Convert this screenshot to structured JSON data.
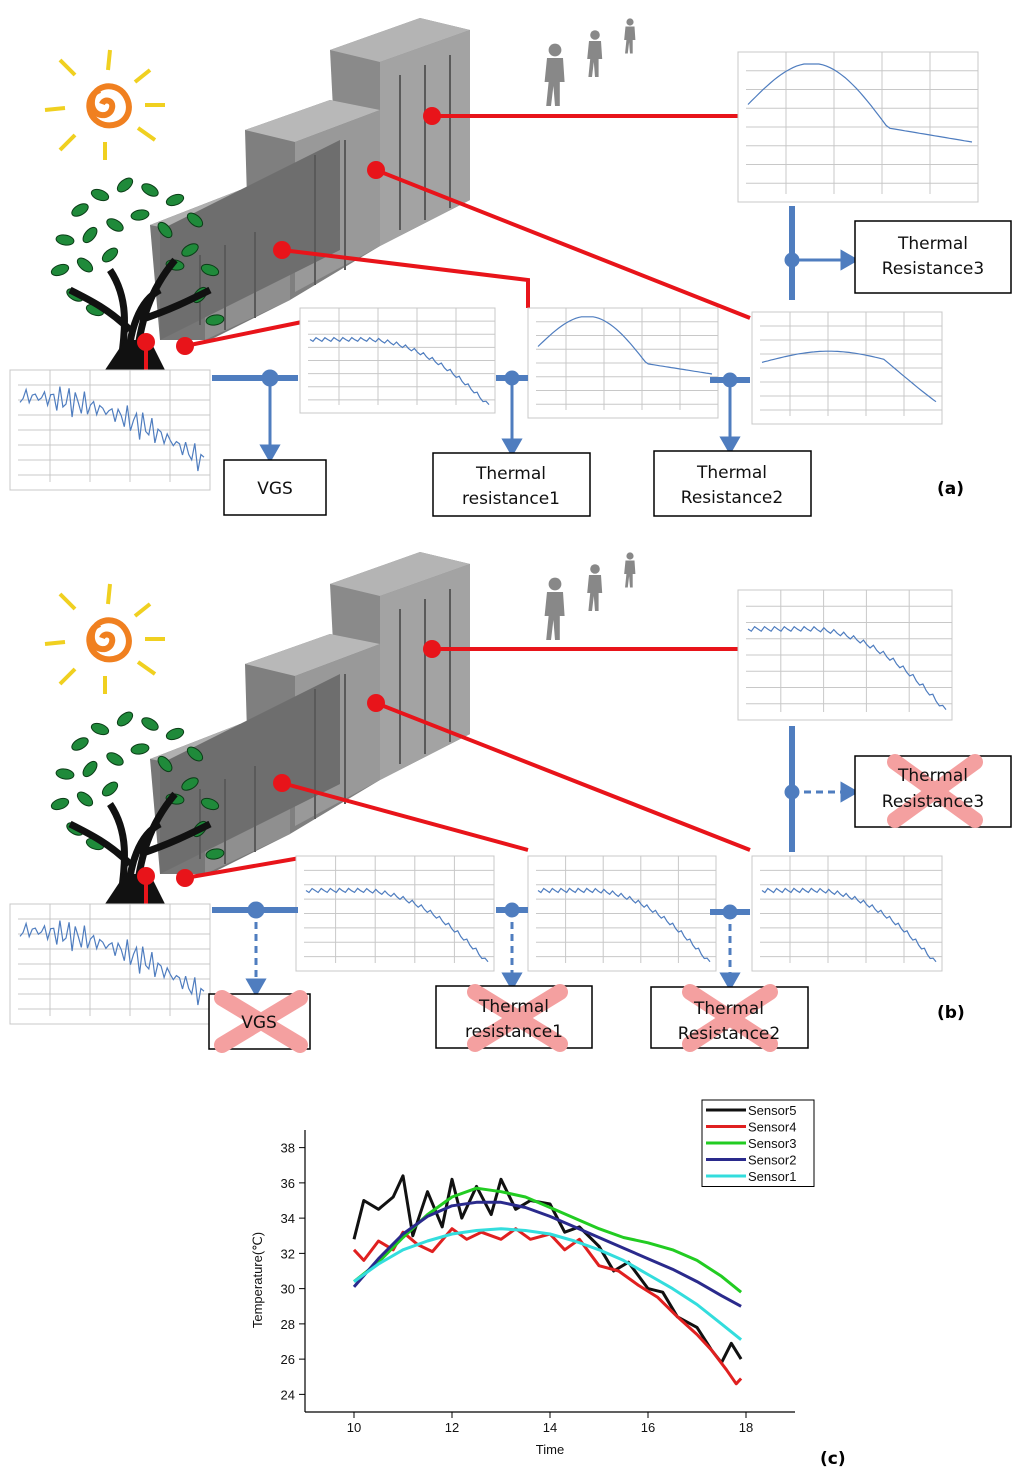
{
  "panels": [
    {
      "letter": "(a)",
      "boxes": {
        "vgs": [
          "VGS"
        ],
        "tr1": [
          "Thermal",
          "resistance1"
        ],
        "tr2": [
          "Thermal",
          "Resistance2"
        ],
        "tr3": [
          "Thermal",
          "Resistance3"
        ]
      },
      "crossed": false
    },
    {
      "letter": "(b)",
      "boxes": {
        "vgs": [
          "VGS"
        ],
        "tr1": [
          "Thermal",
          "resistance1"
        ],
        "tr2": [
          "Thermal",
          "Resistance2"
        ],
        "tr3": [
          "Thermal",
          "Resistance3"
        ]
      },
      "crossed": true
    }
  ],
  "colors": {
    "connector_red": "#e8141a",
    "connector_blue": "#4f7dbf",
    "cross": "#f4a0a0",
    "building": "#8c8c8c",
    "tree_leaf": "#1f8a3a",
    "sun": "#f0a030"
  },
  "chart_data": {
    "type": "line",
    "letter": "(c)",
    "xlabel": "Time",
    "ylabel": "Temperature(℃)",
    "xlim": [
      9,
      19
    ],
    "ylim": [
      23,
      39
    ],
    "xticks": [
      10,
      12,
      14,
      16,
      18
    ],
    "yticks": [
      24,
      26,
      28,
      30,
      32,
      34,
      36,
      38
    ],
    "legend_position": "top-right",
    "series": [
      {
        "name": "Sensor5",
        "color": "#111111",
        "x": [
          10,
          10.2,
          10.5,
          10.8,
          11,
          11.2,
          11.5,
          11.8,
          12,
          12.2,
          12.5,
          12.8,
          13,
          13.3,
          13.6,
          14,
          14.3,
          14.6,
          15,
          15.3,
          15.6,
          16,
          16.3,
          16.6,
          17,
          17.3,
          17.5,
          17.7,
          17.9
        ],
        "y": [
          32.8,
          35,
          34.5,
          35.2,
          36.4,
          33,
          35.5,
          33.5,
          36.2,
          34,
          35.8,
          34.2,
          36.2,
          34.5,
          35,
          34.8,
          33.2,
          33.5,
          32.4,
          31,
          31.5,
          30,
          29.8,
          28.4,
          27.8,
          26.5,
          25.8,
          26.9,
          26
        ]
      },
      {
        "name": "Sensor4",
        "color": "#e02020",
        "x": [
          10,
          10.2,
          10.5,
          10.8,
          11,
          11.3,
          11.6,
          12,
          12.3,
          12.6,
          13,
          13.3,
          13.6,
          14,
          14.3,
          14.6,
          15,
          15.4,
          15.8,
          16.2,
          16.6,
          17,
          17.3,
          17.6,
          17.8,
          17.9
        ],
        "y": [
          32.2,
          31.6,
          32.7,
          32.2,
          33.2,
          32.5,
          32.1,
          33.4,
          32.8,
          33.2,
          32.8,
          33.4,
          32.8,
          33.1,
          32.2,
          32.8,
          31.3,
          31,
          30.2,
          29.5,
          28.4,
          27.4,
          26.5,
          25.4,
          24.6,
          24.9
        ]
      },
      {
        "name": "Sensor3",
        "color": "#22cc22",
        "x": [
          10,
          10.5,
          11,
          11.5,
          12,
          12.5,
          13,
          13.5,
          14,
          14.5,
          15,
          15.5,
          16,
          16.5,
          17,
          17.5,
          17.9
        ],
        "y": [
          30.4,
          31.5,
          32.9,
          34.2,
          35.2,
          35.7,
          35.5,
          35.2,
          34.6,
          34,
          33.4,
          32.9,
          32.6,
          32.2,
          31.6,
          30.7,
          29.8
        ]
      },
      {
        "name": "Sensor2",
        "color": "#2a2a8c",
        "x": [
          10,
          10.5,
          11,
          11.5,
          12,
          12.5,
          13,
          13.5,
          14,
          14.5,
          15,
          15.5,
          16,
          16.5,
          17,
          17.5,
          17.9
        ],
        "y": [
          30.1,
          31.7,
          33.1,
          34.1,
          34.7,
          34.9,
          34.9,
          34.6,
          34.1,
          33.5,
          32.9,
          32.3,
          31.7,
          31.1,
          30.4,
          29.6,
          29
        ]
      },
      {
        "name": "Sensor1",
        "color": "#33dddd",
        "x": [
          10,
          10.5,
          11,
          11.5,
          12,
          12.5,
          13,
          13.5,
          14,
          14.5,
          15,
          15.5,
          16,
          16.5,
          17,
          17.5,
          17.9
        ],
        "y": [
          30.4,
          31.4,
          32.2,
          32.7,
          33.1,
          33.3,
          33.4,
          33.3,
          33.1,
          32.7,
          32.2,
          31.6,
          30.8,
          30,
          29.1,
          28,
          27.1
        ]
      }
    ]
  }
}
